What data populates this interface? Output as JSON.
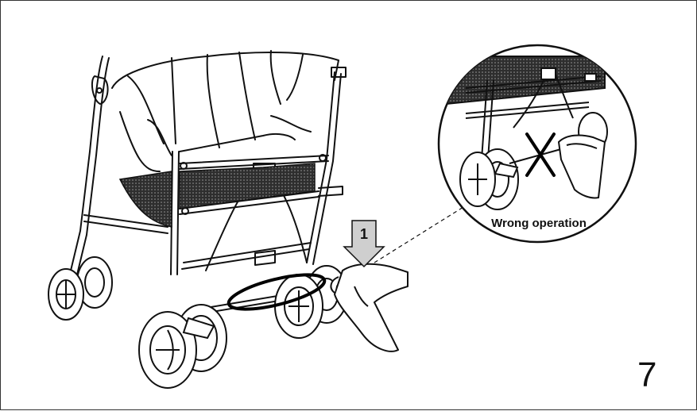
{
  "page": {
    "step_number": "7"
  },
  "figure": {
    "arrow_step_label": "1",
    "callout_caption": "Wrong operation",
    "callout_mark": "X"
  },
  "colors": {
    "line": "#111111",
    "mesh": "#3a3a3a",
    "background": "#ffffff"
  }
}
